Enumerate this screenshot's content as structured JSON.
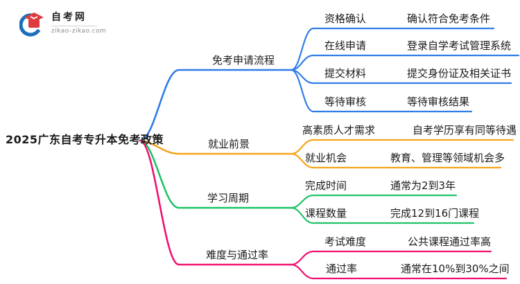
{
  "logo": {
    "site_name": "自考网",
    "site_url": "zikao-zikao.com"
  },
  "root": {
    "label": "2025广东自考专升本免考政策"
  },
  "colors": {
    "branch_blue": "#2F7DE8",
    "branch_orange": "#F5A41B",
    "branch_green": "#1EC466",
    "branch_pink": "#F0116F",
    "logo_blue": "#1C6FBA",
    "logo_red": "#DD3B3E",
    "text": "#1A1A1A"
  },
  "branches": [
    {
      "id": "application-process",
      "label": "免考申请流程",
      "children": [
        {
          "key": "资格确认",
          "value": "确认符合免考条件"
        },
        {
          "key": "在线申请",
          "value": "登录自学考试管理系统"
        },
        {
          "key": "提交材料",
          "value": "提交身份证及相关证书"
        },
        {
          "key": "等待审核",
          "value": "等待审核结果"
        }
      ]
    },
    {
      "id": "employment-prospects",
      "label": "就业前景",
      "children": [
        {
          "key": "高素质人才需求",
          "value": "自考学历享有同等待遇"
        },
        {
          "key": "就业机会",
          "value": "教育、管理等领域机会多"
        }
      ]
    },
    {
      "id": "study-period",
      "label": "学习周期",
      "children": [
        {
          "key": "完成时间",
          "value": "通常为2到3年"
        },
        {
          "key": "课程数量",
          "value": "完成12到16门课程"
        }
      ]
    },
    {
      "id": "difficulty-pass-rate",
      "label": "难度与通过率",
      "children": [
        {
          "key": "考试难度",
          "value": "公共课程通过率高"
        },
        {
          "key": "通过率",
          "value": "通常在10%到30%之间"
        }
      ]
    }
  ]
}
